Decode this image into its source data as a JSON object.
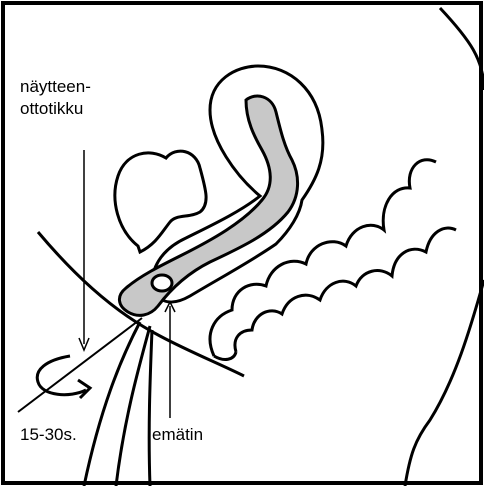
{
  "labels": {
    "swab_line1": "näytteen-",
    "swab_line2": "ottotikku",
    "time": "15-30s.",
    "vagina": "emätin"
  },
  "colors": {
    "outline": "#000000",
    "shading": "#c8c8c8",
    "background": "#ffffff"
  }
}
